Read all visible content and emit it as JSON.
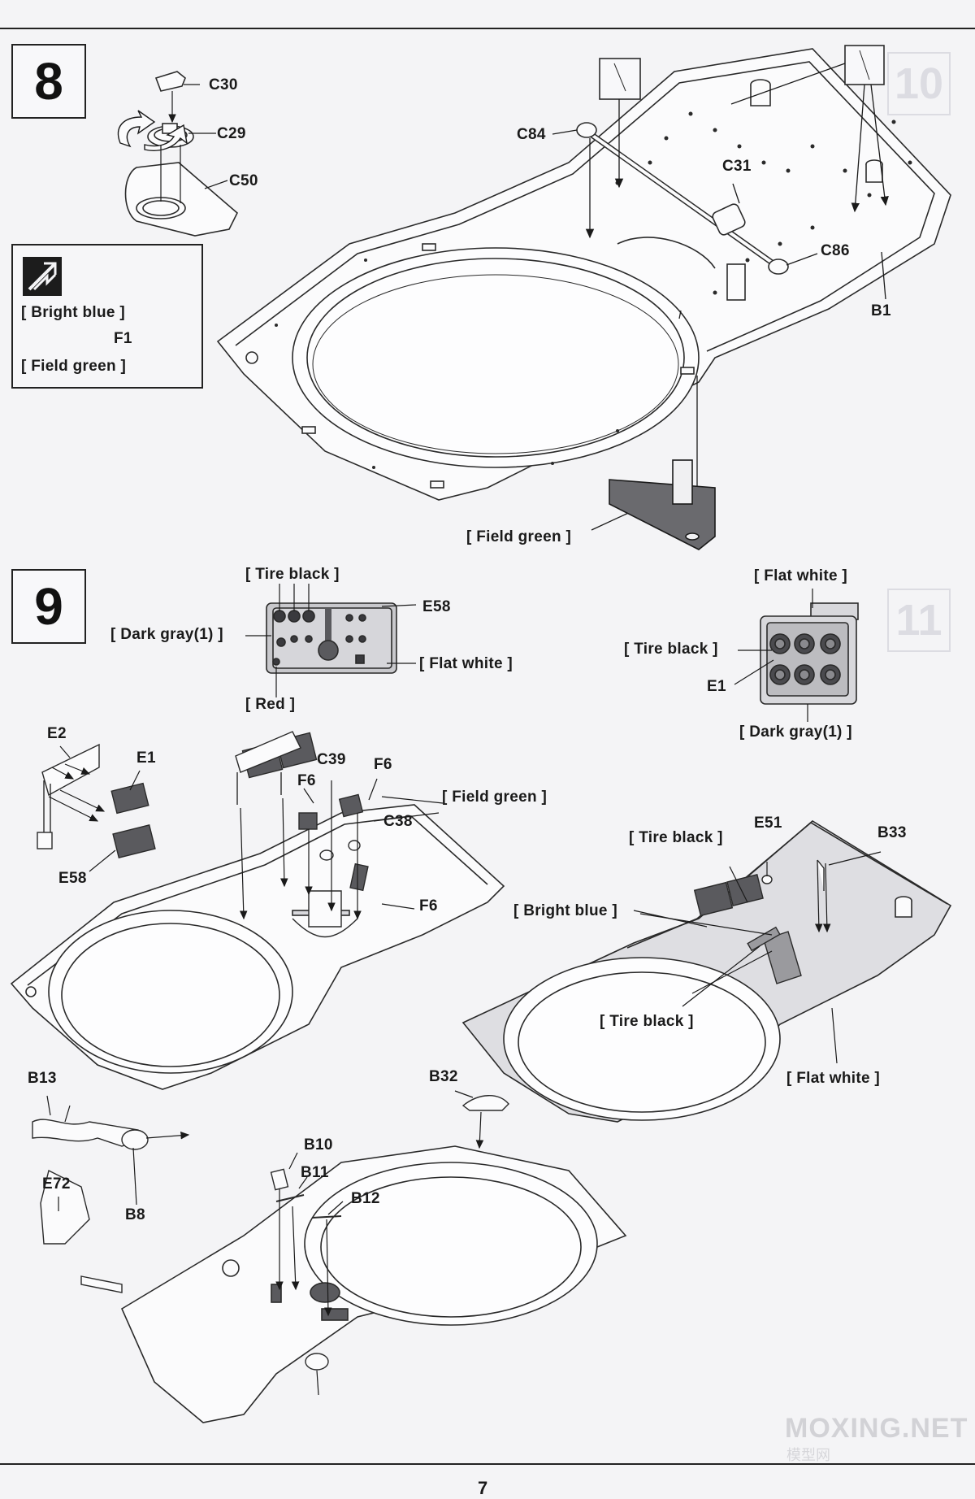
{
  "steps": {
    "s8": "8",
    "s9": "9",
    "ghost_10": "10",
    "ghost_11": "11"
  },
  "step8": {
    "labels": {
      "c30": "C30",
      "c29": "C29",
      "c50": "C50",
      "c84": "C84",
      "c31": "C31",
      "c86": "C86",
      "b1": "B1",
      "f1": "F1"
    },
    "legend": {
      "bright_blue": "[ Bright blue ]",
      "field_green": "[ Field green ]"
    },
    "field_green_bottom": "[ Field green ]"
  },
  "step9": {
    "panel": {
      "tire_black": "[ Tire black ]",
      "e58": "E58",
      "dark_gray": "[ Dark gray(1) ]",
      "flat_white": "[ Flat white ]",
      "red": "[ Red ]"
    },
    "light_unit": {
      "flat_white": "[ Flat white ]",
      "tire_black": "[ Tire black ]",
      "e1": "E1",
      "dark_gray": "[ Dark gray(1) ]"
    },
    "left_assembly": {
      "e2": "E2",
      "e1": "E1",
      "e58": "E58",
      "c39": "C39",
      "f6_a": "F6",
      "f6_b": "F6",
      "f6_c": "F6",
      "c38": "C38",
      "field_green": "[ Field green ]"
    },
    "right_assembly": {
      "tire_black_top": "[ Tire black ]",
      "e51": "E51",
      "b33": "B33",
      "bright_blue": "[ Bright blue ]",
      "tire_black_bottom": "[ Tire black ]",
      "flat_white": "[ Flat white ]"
    },
    "bottom_assembly": {
      "b13": "B13",
      "b8": "B8",
      "e72": "E72",
      "b32": "B32",
      "b10": "B10",
      "b11": "B11",
      "b12": "B12"
    }
  },
  "footer": {
    "watermark": "MOXING.NET",
    "watermark_sub": "模型网",
    "page_number": "7"
  }
}
